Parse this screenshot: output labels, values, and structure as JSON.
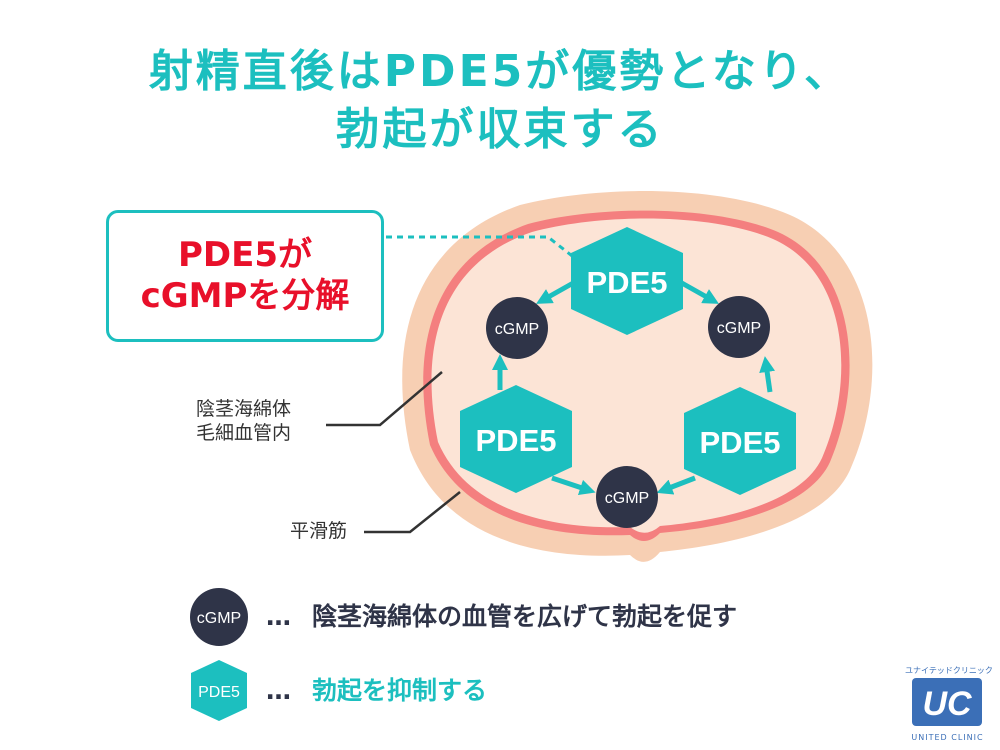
{
  "title": {
    "line1": "射精直後はPDE5が優勢となり、",
    "line2": "勃起が収束する"
  },
  "callout": {
    "line1": "PDE5が",
    "line2": "cGMPを分解"
  },
  "labels": {
    "capillary_line1": "陰茎海綿体",
    "capillary_line2": "毛細血管内",
    "smooth_muscle": "平滑筋"
  },
  "diagram": {
    "pde5_label": "PDE5",
    "cgmp_label": "cGMP"
  },
  "legend": {
    "cgmp_badge": "cGMP",
    "cgmp_dots": "…",
    "cgmp_text": "陰茎海綿体の血管を広げて勃起を促す",
    "pde5_badge": "PDE5",
    "pde5_dots": "…",
    "pde5_text": "勃起を抑制する"
  },
  "logo": {
    "top_text": "ユナイテッドクリニック",
    "mark_text": "UC",
    "bottom_text": "UNITED CLINIC"
  },
  "colors": {
    "teal": "#1cbfbf",
    "navy": "#2f3448",
    "red_text": "#e8102a",
    "outer_skin": "#f7cfb3",
    "red_ring": "#f47f7f",
    "inner_fill": "#fce4d6",
    "logo_blue": "#3b6fb7"
  }
}
